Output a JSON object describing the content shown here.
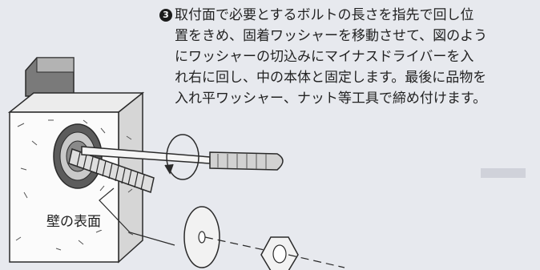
{
  "instruction": {
    "step_number": "3",
    "lines": [
      "取付面で必要とするボルトの長さを指先で回し位",
      "置をきめ、固着ワッシャーを移動させて、図のよう",
      "にワッシャーの切込みにマイナスドライバーを入",
      "れ右に回し、中の本体と固定します。最後に品物を",
      "入れ平ワッシャー、ナット等工具で締め付けます。"
    ]
  },
  "illustration": {
    "wall_label": "壁の表面"
  },
  "colors": {
    "background": "#e7e9ee",
    "wall_face": "#fbfbfb",
    "outline": "#2a2a2a",
    "handle": "#cfcfcf",
    "washer": "#9a9a9a"
  }
}
